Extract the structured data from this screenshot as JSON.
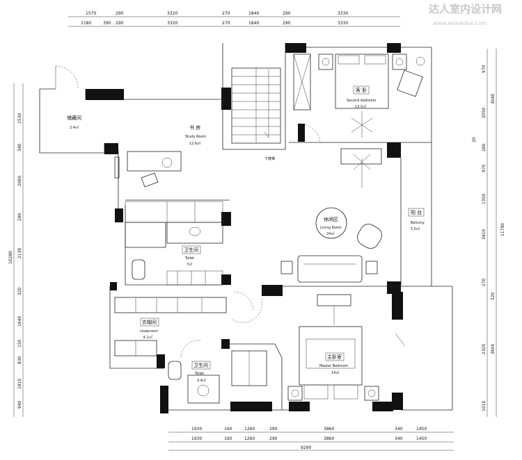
{
  "watermark": {
    "title": "达人室内设计网",
    "url": "www.wonadea.com"
  },
  "dimensions": {
    "top_row1": [
      "1570",
      "290",
      "3320",
      "270",
      "1840",
      "290",
      "3330"
    ],
    "top_row2": [
      "1180",
      "390",
      "290",
      "3320",
      "270",
      "1840",
      "290",
      "3330"
    ],
    "left_col": [
      "1530",
      "340",
      "2060",
      "280",
      "2130",
      "320",
      "1640",
      "150",
      "830",
      "1810",
      "940",
      "10280"
    ],
    "right_col": [
      "970",
      "3040",
      "20",
      "2050",
      "280",
      "970",
      "1350",
      "3410",
      "270",
      "320",
      "2320",
      "3600",
      "1010",
      "11790"
    ],
    "bottom_row1": [
      "1930",
      "160",
      "1260",
      "290",
      "3860",
      "340",
      "1450"
    ],
    "bottom_row2": [
      "1930",
      "160",
      "1260",
      "290",
      "3860",
      "340",
      "1450"
    ],
    "bottom_total": "9290"
  },
  "rooms": {
    "storage": {
      "cn": "储藏间",
      "area": "2.4㎡"
    },
    "study": {
      "cn": "书 房",
      "en": "Study Room",
      "area": "12.6㎡"
    },
    "second_bedroom": {
      "cn": "客 卧",
      "en": "Second bedroom",
      "area": "13.5㎡"
    },
    "stairs": {
      "label": "下楼梯"
    },
    "living": {
      "cn": "休闲区",
      "en": "Living Room",
      "area": "24㎡"
    },
    "balcony": {
      "cn": "阳 台",
      "en": "Balcony",
      "area": "5.0㎡"
    },
    "toilet1": {
      "cn": "卫生间",
      "en": "Toilet",
      "area": "7㎡"
    },
    "cloakroom": {
      "cn": "衣帽间",
      "en": "cloakroom",
      "area": "6.1㎡"
    },
    "toilet2": {
      "cn": "卫生间",
      "en": "Toilet",
      "area": "3.4㎡"
    },
    "master": {
      "cn": "主卧室",
      "en": "Master Bedroom",
      "area": "14㎡"
    }
  }
}
